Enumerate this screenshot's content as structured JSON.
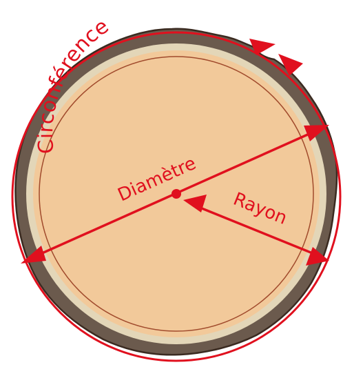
{
  "labels": {
    "circumference": "Circonférence",
    "diameter": "Diamètre",
    "radius": "Rayon"
  },
  "colors": {
    "accent": "#e0101e",
    "bark": "#6b5a4d",
    "bark_outline": "#3a2a20",
    "cambium": "#e3d6b8",
    "wood": "#f2c99a",
    "ring": "#a04a2c"
  },
  "icons": {
    "center_point": "dot-icon",
    "arrowheads": "arrowhead-icon"
  }
}
